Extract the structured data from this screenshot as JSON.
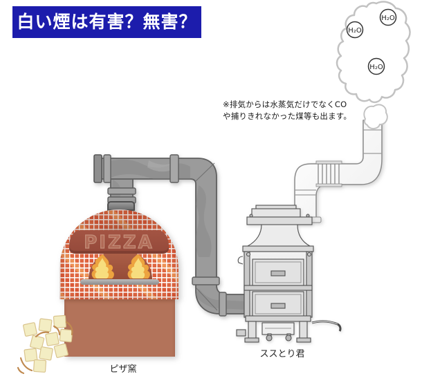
{
  "title": {
    "text": "白い煙は有害？無害？"
  },
  "annotation": {
    "line1": "※排気からは水蒸気だけでなくCO",
    "line2": "や捕りきれなかった煤等も出ます。"
  },
  "cloud": {
    "molecule1": "H₂O",
    "molecule2": "H₂O",
    "molecule3": "H₂O"
  },
  "oven": {
    "sign": "PIZZA",
    "label": "ピザ窯"
  },
  "collector": {
    "label": "ススとり君"
  },
  "colors": {
    "title_bg": "#1c1cac",
    "title_text": "#ffffff",
    "duct_gray": "#9b9b9b",
    "oven_tile": "#df6742",
    "oven_base": "#b3735a",
    "flame_yellow": "#f7dd7e",
    "flame_orange": "#eda33f",
    "cloud_outline": "#c2c2c2"
  }
}
